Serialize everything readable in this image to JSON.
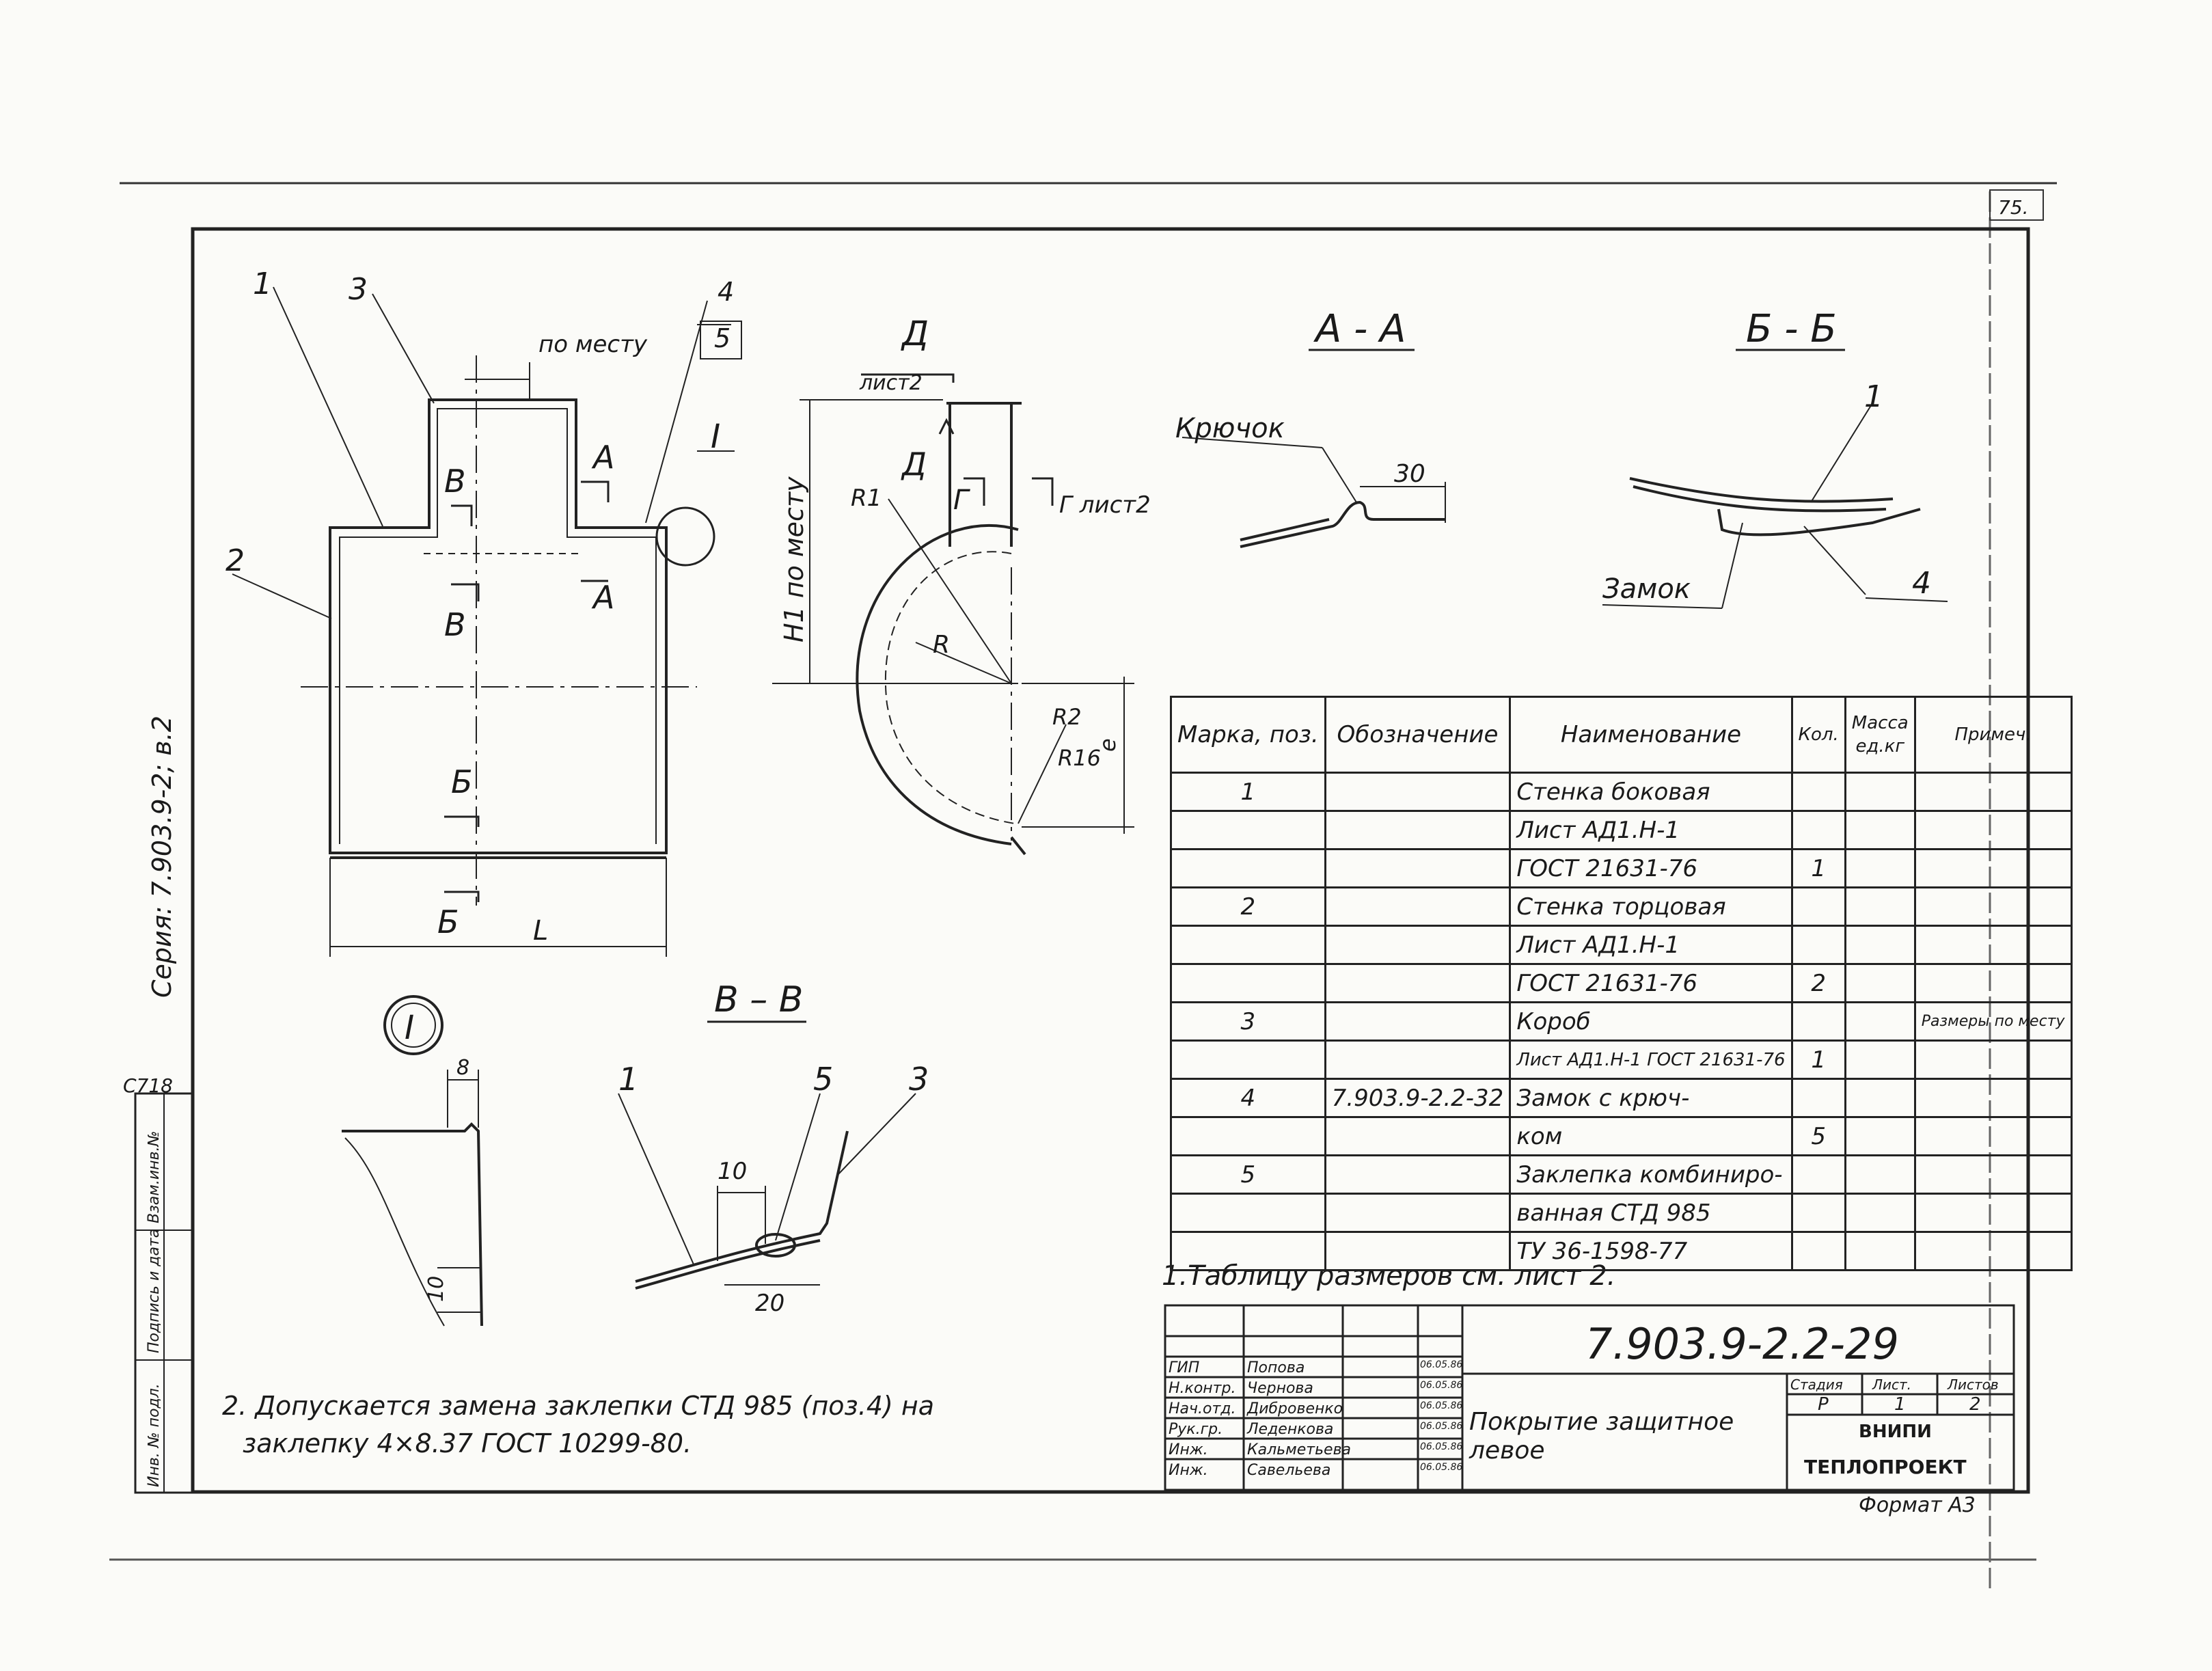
{
  "page_number": "75.",
  "series_label": "Серия: 7.903.9-2; в.2",
  "stamp_code": "C718",
  "side_stamp": [
    "Инв. № подл.",
    "Подпись и дата",
    "Взам.инв.№"
  ],
  "main_view": {
    "callouts": [
      "1",
      "3",
      "4",
      "5",
      "2"
    ],
    "dim_top": "по месту",
    "detail_ref": "I",
    "section_marks": [
      "А",
      "А",
      "В",
      "В",
      "Б",
      "Б"
    ],
    "dim_bottom": "L"
  },
  "side_view": {
    "mark_d": "Д",
    "sheet2": "лист2",
    "mark_g": "Г",
    "mark_g_sheet": "Г лист2",
    "h1_label": "H1 по месту",
    "r1": "R1",
    "r": "R",
    "r2": "R2",
    "r16": "R16",
    "e": "е"
  },
  "section_aa": {
    "title": "А - А",
    "hook_label": "Крючок",
    "dim": "30"
  },
  "section_bb": {
    "title": "Б - Б",
    "label_lock": "Замок",
    "callout_1": "1",
    "callout_4": "4"
  },
  "detail_i": {
    "title": "I",
    "dim_8": "8",
    "dim_10": "10"
  },
  "section_vv": {
    "title": "В – В",
    "callouts": [
      "1",
      "5",
      "3"
    ],
    "dim_10": "10",
    "dim_20": "20"
  },
  "spec_table": {
    "headers": [
      "Марка, поз.",
      "Обозначение",
      "Наименование",
      "Кол.",
      "Масса ед.кг",
      "Примеч."
    ],
    "rows": [
      [
        "1",
        "",
        "Стенка боковая",
        "",
        "",
        ""
      ],
      [
        "",
        "",
        "Лист АД1.Н-1",
        "",
        "",
        ""
      ],
      [
        "",
        "",
        "ГОСТ 21631-76",
        "1",
        "",
        ""
      ],
      [
        "2",
        "",
        "Стенка торцовая",
        "",
        "",
        ""
      ],
      [
        "",
        "",
        "Лист АД1.Н-1",
        "",
        "",
        ""
      ],
      [
        "",
        "",
        "ГОСТ 21631-76",
        "2",
        "",
        ""
      ],
      [
        "3",
        "",
        "Короб",
        "",
        "",
        "Размеры по месту"
      ],
      [
        "",
        "",
        "Лист АД1.Н-1 ГОСТ 21631-76",
        "1",
        "",
        ""
      ],
      [
        "4",
        "7.903.9-2.2-32",
        "Замок с крюч-",
        "",
        "",
        ""
      ],
      [
        "",
        "",
        "ком",
        "5",
        "",
        ""
      ],
      [
        "5",
        "",
        "Заклепка комбиниро-",
        "",
        "",
        ""
      ],
      [
        "",
        "",
        "ванная СТД 985",
        "",
        "",
        ""
      ],
      [
        "",
        "",
        "ТУ 36-1598-77",
        "",
        "",
        ""
      ]
    ]
  },
  "notes": {
    "note1": "1.Таблицу размеров см. лист 2.",
    "note2_line1": "2. Допускается замена заклепки СТД 985 (поз.4) на",
    "note2_line2": "заклепку 4×8.37 ГОСТ 10299-80."
  },
  "title_block": {
    "doc_code": "7.903.9-2.2-29",
    "roles": [
      "ГИП",
      "Н.контр.",
      "Нач.отд.",
      "Рук.гр.",
      "Инж.",
      "Инж."
    ],
    "names": [
      "Попова",
      "Чернова",
      "Дибровенко",
      "Леденкова",
      "Кальметьева",
      "Савельева"
    ],
    "dates": [
      "06.05.86",
      "06.05.86",
      "06.05.86",
      "06.05.86",
      "06.05.86",
      "06.05.86"
    ],
    "doc_title": "Покрытие защитное левое",
    "stage_header": "Стадия",
    "sheet_header": "Лист.",
    "sheets_header": "Листов",
    "stage": "Р",
    "sheet": "1",
    "sheets": "2",
    "org_1": "ВНИПИ",
    "org_2": "ТЕПЛОПРОЕКТ",
    "format": "Формат А3"
  }
}
